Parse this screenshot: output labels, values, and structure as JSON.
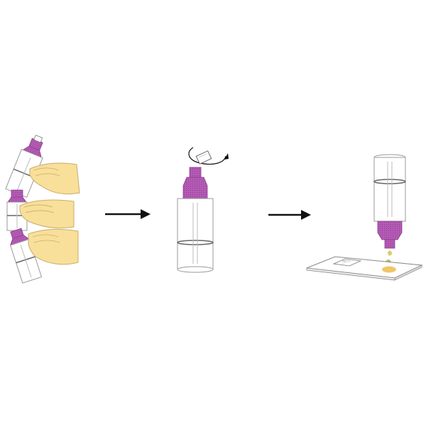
{
  "diagram": {
    "steps": [
      {
        "id": "mix",
        "icon": "hand-shaking-tube-icon"
      },
      {
        "id": "open-cap",
        "icon": "twist-cap-off-icon"
      },
      {
        "id": "dispense",
        "icon": "dropper-onto-slide-icon"
      }
    ],
    "connectors": [
      {
        "from": "mix",
        "to": "open-cap",
        "icon": "arrow-right-icon"
      },
      {
        "from": "open-cap",
        "to": "dispense",
        "icon": "arrow-right-icon"
      }
    ],
    "colors": {
      "cap": "#b45bb5",
      "cap_dark": "#8d3e8e",
      "hand": "#f8df9a",
      "hand_outline": "#c8ad6a",
      "tube_outline": "#999999",
      "liquid_line": "#666666",
      "drop": "#d8cf6a",
      "arrow": "#111111"
    }
  }
}
